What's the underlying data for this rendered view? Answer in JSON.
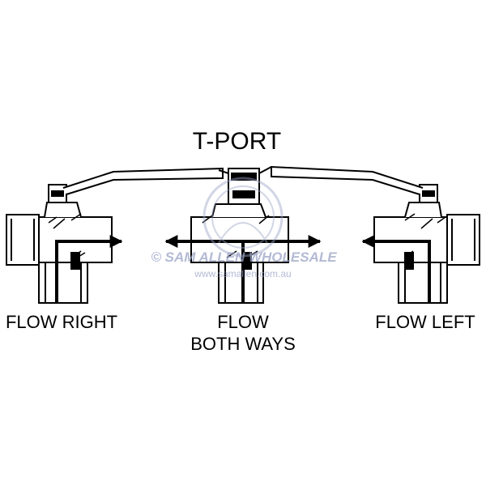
{
  "title": "T-PORT",
  "labels": {
    "left": "FLOW RIGHT",
    "center_line1": "FLOW",
    "center_line2": "BOTH WAYS",
    "right": "FLOW LEFT"
  },
  "watermark": {
    "line1": "© SAM ALLEN WHOLESALE",
    "line2": "www.samallen.com.au",
    "color": "#9aa3c6"
  },
  "colors": {
    "ink": "#000000",
    "background": "#ffffff",
    "watermark": "#9aa3c6"
  }
}
